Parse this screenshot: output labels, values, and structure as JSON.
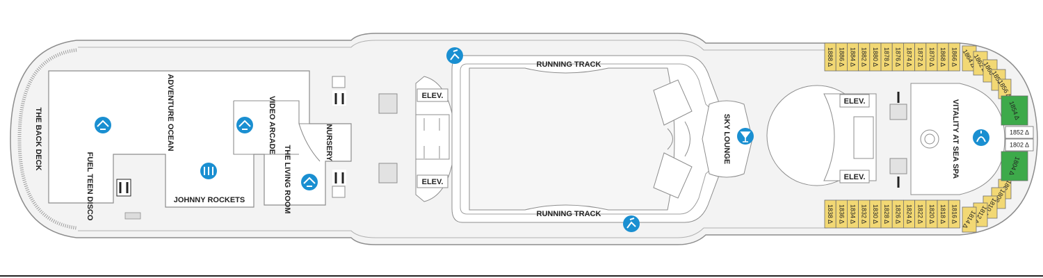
{
  "deck": {
    "back_deck": "THE BACK DECK",
    "adventure_ocean": "ADVENTURE OCEAN",
    "video_arcade": "VIDEO ARCADE",
    "nursery": "NURSERY",
    "living_room": "THE LIVING ROOM",
    "fuel_teen_disco": "FUEL TEEN DISCO",
    "johnny_rockets": "JOHNNY ROCKETS",
    "elevator": "ELEV.",
    "running_track": "RUNNING TRACK",
    "sky_lounge": "SKY LOUNGE",
    "spa": "VITALITY AT SEA SPA"
  },
  "cabins": {
    "top_row": [
      "1888",
      "1886",
      "1884",
      "1882",
      "1880",
      "1878",
      "1876",
      "1874",
      "1872",
      "1870",
      "1868",
      "1866"
    ],
    "bottom_row": [
      "1838",
      "1836",
      "1834",
      "1832",
      "1830",
      "1828",
      "1826",
      "1824",
      "1822",
      "1820",
      "1818",
      "1816"
    ],
    "bow_upper": [
      "1864",
      "1862",
      "1860",
      "1858",
      "1856"
    ],
    "bow_lower": [
      "1806",
      "1808",
      "1810",
      "1812",
      "1814"
    ],
    "bow_suites": [
      "1854",
      "1804"
    ],
    "bow_rooms": [
      "1852",
      "1802"
    ]
  },
  "colors": {
    "cabin": "#f2d874",
    "suite": "#3daa4a",
    "icon": "#1a8fd1",
    "deck_fill": "#f5f5f5",
    "outline": "#9a9a9a"
  },
  "icons": {
    "kids": "kids-activity-icon",
    "dining": "dining-icon",
    "lounge": "cocktail-icon",
    "spa": "spa-icon",
    "restroom": "restroom-icon"
  }
}
